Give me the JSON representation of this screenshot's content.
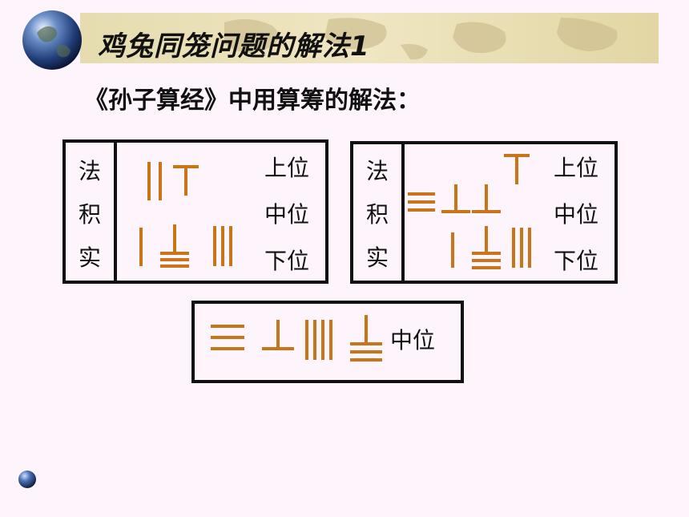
{
  "title": "鸡兔同笼问题的解法1",
  "subtitle": "《孙子算经》中用算筹的解法：",
  "rod_color": "#c87418",
  "row_labels": [
    "法",
    "积",
    "实"
  ],
  "position_labels": [
    "上位",
    "中位",
    "下位"
  ],
  "result_label": "中位",
  "icons": {
    "title_globe": "globe-icon",
    "footer_globe": "globe-icon"
  }
}
